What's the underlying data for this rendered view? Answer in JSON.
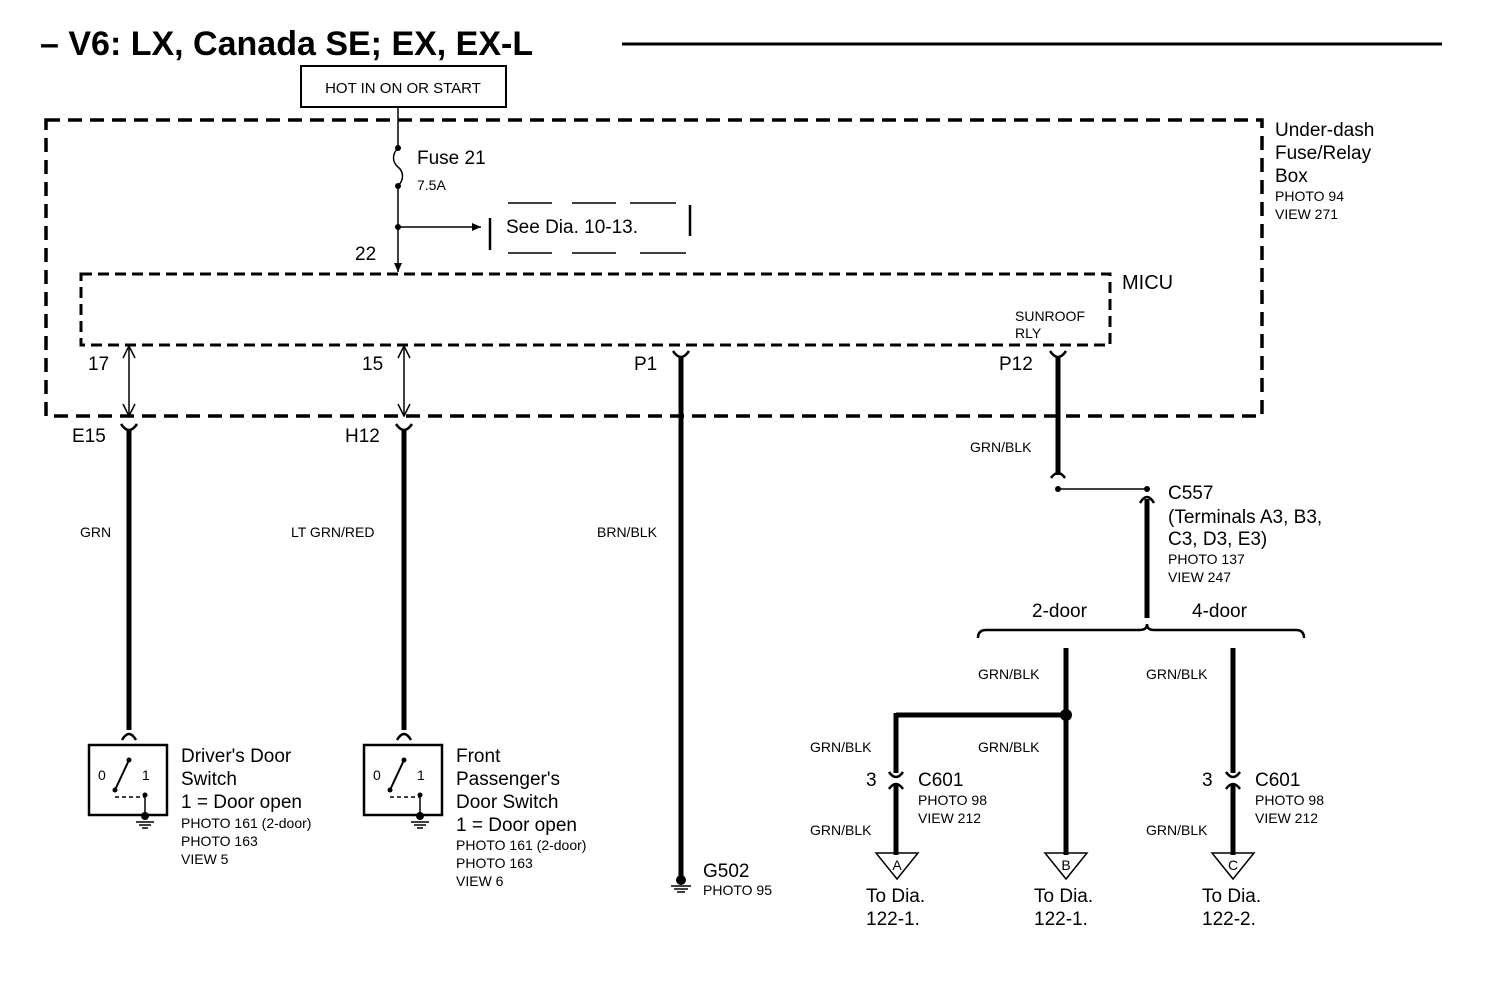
{
  "title": "– V6: LX, Canada SE; EX, EX-L",
  "hot_label": "HOT IN ON OR START",
  "fuse_box": {
    "name_lines": [
      "Under-dash",
      "Fuse/Relay",
      "Box"
    ],
    "photo": "PHOTO 94",
    "view": "VIEW 271"
  },
  "fuse": {
    "name": "Fuse 21",
    "rating": "7.5A"
  },
  "see_dia": "See Dia. 10-13.",
  "micu": {
    "name": "MICU",
    "input_pin": "22",
    "relay_lines": [
      "SUNROOF",
      "RLY"
    ],
    "pins": [
      "17",
      "15",
      "P1",
      "P12"
    ]
  },
  "connectors": {
    "e15": "E15",
    "h12": "H12",
    "c557": {
      "name": "C557",
      "detail_lines": [
        "(Terminals A3, B3,",
        "C3, D3, E3)"
      ],
      "photo": "PHOTO 137",
      "view": "VIEW 247"
    },
    "c601": {
      "name": "C601",
      "pin": "3",
      "photo": "PHOTO 98",
      "view": "VIEW 212"
    }
  },
  "wires": {
    "grn": "GRN",
    "lt_grn_red": "LT GRN/RED",
    "brn_blk": "BRN/BLK",
    "grn_blk": "GRN/BLK"
  },
  "door_variants": {
    "two": "2-door",
    "four": "4-door"
  },
  "drivers_switch": {
    "name_lines": [
      "Driver's Door",
      "Switch"
    ],
    "state": "1 = Door open",
    "photo_lines": [
      "PHOTO 161 (2-door)",
      "PHOTO 163"
    ],
    "view": "VIEW 5",
    "pos0": "0",
    "pos1": "1"
  },
  "passenger_switch": {
    "name_lines": [
      "Front",
      "Passenger's",
      "Door Switch"
    ],
    "state": "1 = Door open",
    "photo_lines": [
      "PHOTO 161 (2-door)",
      "PHOTO 163"
    ],
    "view": "VIEW 6",
    "pos0": "0",
    "pos1": "1"
  },
  "ground": {
    "name": "G502",
    "photo": "PHOTO 95"
  },
  "outputs": [
    {
      "letter": "A",
      "to": "To Dia.",
      "num": "122-1."
    },
    {
      "letter": "B",
      "to": "To Dia.",
      "num": "122-1."
    },
    {
      "letter": "C",
      "to": "To Dia.",
      "num": "122-2."
    }
  ]
}
